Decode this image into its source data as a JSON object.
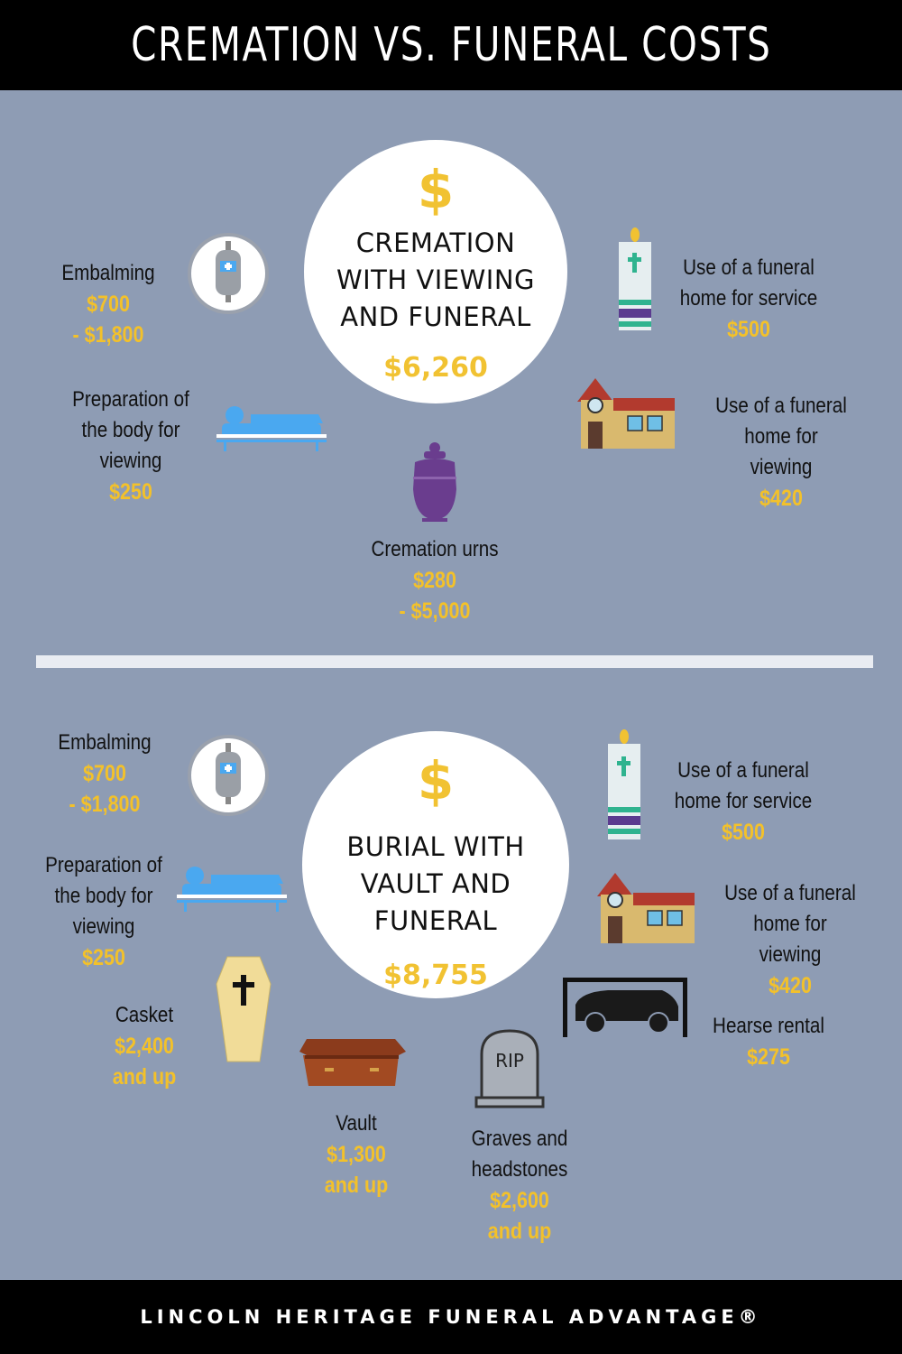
{
  "title": "CREMATION VS. FUNERAL COSTS",
  "footer": "LINCOLN HERITAGE FUNERAL ADVANTAGE®",
  "cremation": {
    "symbol": "$",
    "title_lines": [
      "CREMATION",
      "WITH VIEWING",
      "AND FUNERAL"
    ],
    "total": "$6,260",
    "items": {
      "embalming": {
        "label": "Embalming",
        "price": "$700\n- $1,800"
      },
      "preparation": {
        "label": "Preparation of\nthe body for\nviewing",
        "price": "$250"
      },
      "service": {
        "label": "Use of a funeral\nhome for service",
        "price": "$500"
      },
      "viewing": {
        "label": "Use of a funeral\nhome for viewing",
        "price": "$420"
      },
      "urns": {
        "label": "Cremation urns",
        "price": "$280\n- $5,000"
      }
    }
  },
  "burial": {
    "symbol": "$",
    "title_lines": [
      "BURIAL WITH",
      "VAULT AND",
      "FUNERAL"
    ],
    "total": "$8,755",
    "items": {
      "embalming": {
        "label": "Embalming",
        "price": "$700\n- $1,800"
      },
      "preparation": {
        "label": "Preparation of\nthe body for\nviewing",
        "price": "$250"
      },
      "service": {
        "label": "Use of a funeral\nhome for service",
        "price": "$500"
      },
      "viewing": {
        "label": "Use of a funeral\nhome for viewing",
        "price": "$420"
      },
      "casket": {
        "label": "Casket",
        "price": "$2,400\nand up"
      },
      "vault": {
        "label": "Vault",
        "price": "$1,300\nand up"
      },
      "graves": {
        "label": "Graves and\nheadstones",
        "price": "$2,600\nand up"
      },
      "hearse": {
        "label": "Hearse rental",
        "price": "$275"
      }
    },
    "headstone_text": "RIP"
  },
  "colors": {
    "accent": "#f1c232",
    "background": "#8e9cb4",
    "urn": "#6a3d8e",
    "bed": "#4aa8f0"
  }
}
